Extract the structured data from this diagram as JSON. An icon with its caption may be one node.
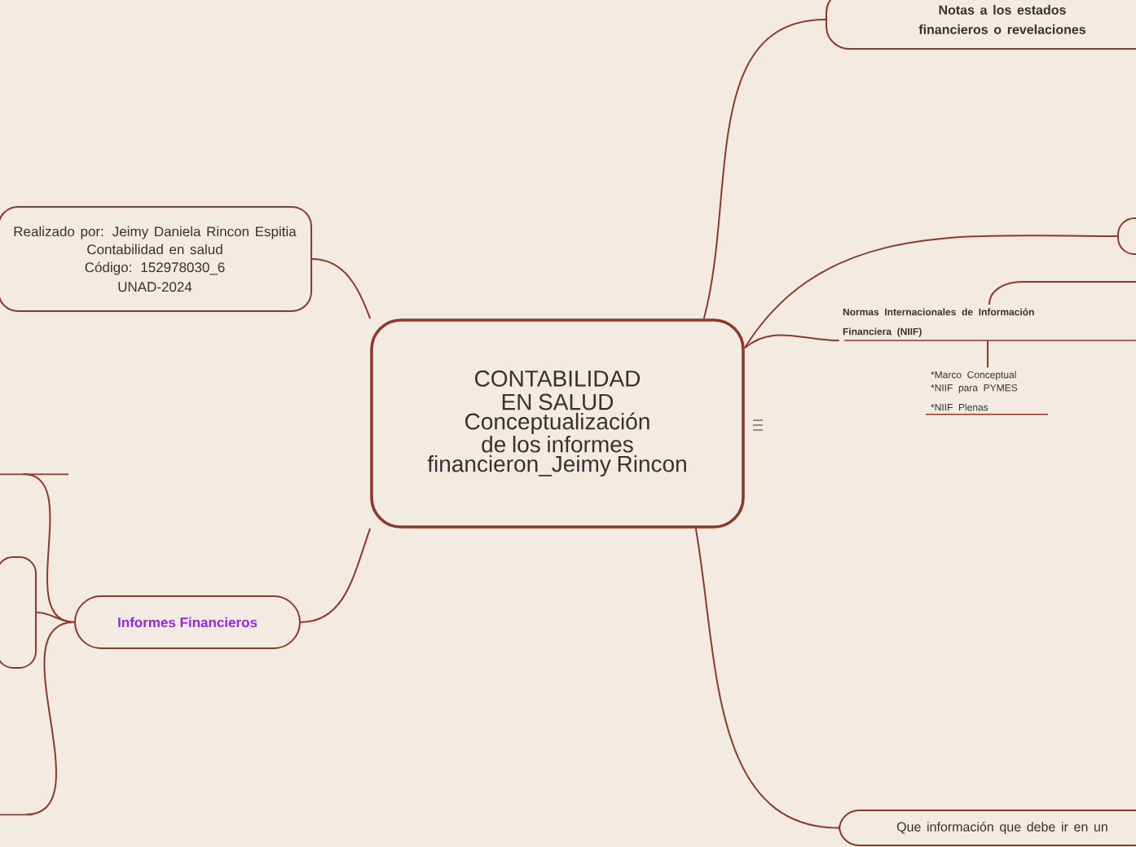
{
  "diagram": {
    "nodes": [
      {
        "text": [
          "CONTABILIDAD EN SALUD Conceptualización de los informes financieron_Jeimy Rincon"
        ]
      },
      {
        "text": [
          "Realizado por: Jeimy Daniela Rincon Espitia",
          "Contabilidad en salud",
          "Código: 152978030_6",
          "UNAD-2024"
        ]
      },
      {
        "text": [
          "Informes Financieros"
        ]
      },
      {
        "text": [
          "Notas a los estados financieros o revelaciones"
        ]
      },
      {
        "text": [],
        "shape": "box"
      },
      {
        "text": [
          "Normas Internacionales de Información Financiera (NIIF)"
        ]
      },
      {
        "text": [
          "*Marco Conceptual",
          "*NIIF para PYMES",
          "*NIIF Plenas"
        ]
      },
      {
        "text": [
          "Que  información que debe ir en un"
        ]
      },
      {
        "text": [],
        "shape": "box"
      },
      {
        "text": [],
        "shape": "box"
      },
      {
        "text": [],
        "shape": "box"
      }
    ],
    "edges": [
      {
        "from": 0,
        "to": 1,
        "arrow": "none"
      },
      {
        "from": 0,
        "to": 2,
        "arrow": "none"
      },
      {
        "from": 0,
        "to": 3,
        "arrow": "none"
      },
      {
        "from": 0,
        "to": 4,
        "arrow": "none"
      },
      {
        "from": 0,
        "to": 5,
        "arrow": "none"
      },
      {
        "from": 5,
        "to": 6,
        "arrow": "none"
      },
      {
        "from": 2,
        "to": 8,
        "arrow": "none"
      },
      {
        "from": 2,
        "to": 9,
        "arrow": "none"
      },
      {
        "from": 2,
        "to": 10,
        "arrow": "none"
      },
      {
        "from": 0,
        "to": 7,
        "arrow": "none"
      },
      {
        "from": 5,
        "to": null,
        "arrow": "none"
      }
    ]
  }
}
